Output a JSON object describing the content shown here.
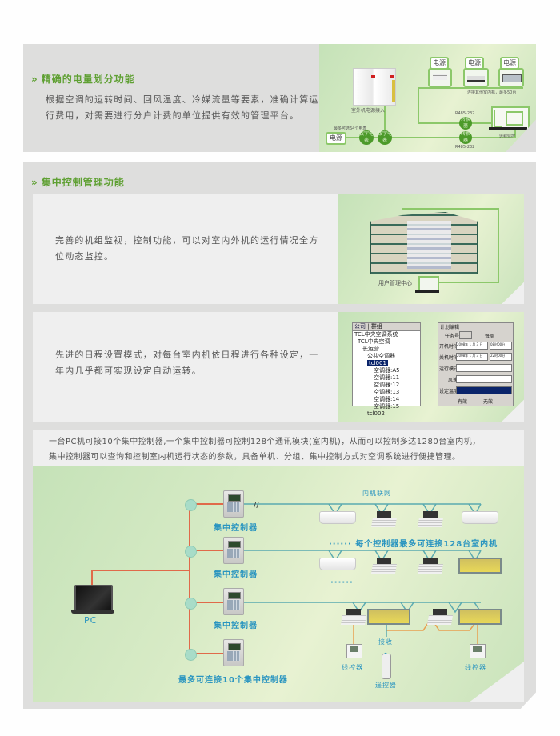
{
  "section1": {
    "title": "精确的电量划分功能",
    "arrow": "»",
    "text_line1": "根据空调的运转时间、回风温度、冷媒流量等要素，准确计算运",
    "text_line2": "行费用，对需要进行分户计费的单位提供有效的管理平台。",
    "diagram": {
      "power_label": "电源",
      "outdoor_label": "室外机电源接入",
      "max_meters_label": "最多可选64个电表",
      "meter_label": "数字电表",
      "converter_label": "转换器",
      "rs_label": "R485-232",
      "indoor_connect_label": "连接其他室内机，最多50台",
      "remote_monitor_label": "远程监控"
    }
  },
  "section2": {
    "title": "集中控制管理功能",
    "arrow": "»",
    "block1": {
      "text_line1": "完善的机组监视，控制功能，可以对室内外机的运行情况全方",
      "text_line2": "位动态监控。",
      "user_center_label": "用户管理中心"
    },
    "block2": {
      "text_line1": "先进的日程设置模式，对每台室内机依日程进行各种设定，一",
      "text_line2": "年内几乎都可实现设定自动运转。",
      "software": {
        "tabs": [
          "公司",
          "群组"
        ],
        "tree": [
          "TCL中央空调系统",
          "TCL中央空调",
          "长运营",
          "公共空调器",
          "tcl001",
          "空调器:A5",
          "空调器:11",
          "空调器:12",
          "空调器:13",
          "空调器:14",
          "空调器:15",
          "tcl002"
        ],
        "form_title": "计划编辑",
        "task_label": "任务号",
        "weekly_label": "每周",
        "start_label": "开机时间",
        "start_date": "2008年 1 月 3 日",
        "start_time": "08时00分",
        "stop_label": "关机时间",
        "stop_date": "2008年 1 月 3 日",
        "stop_time": "22时00分",
        "mode_label": "运行模式",
        "fan_label": "风速",
        "temp_label": "设定温度",
        "radio1": "有效",
        "radio2": "无效"
      }
    },
    "block3": {
      "text_line1": "一台PC机可接10个集中控制器,一个集中控制器可控制128个通讯模块(室内机)，从而可以控制多达1280台室内机，",
      "text_line2": "集中控制器可以查询和控制室内机运行状态的参数，具备单机、分组、集中控制方式对空调系统进行便捷管理。"
    },
    "network": {
      "pc_label": "PC",
      "controller_label": "集中控制器",
      "indoor_network_label": "内机联网",
      "max_indoor_label": "······ 每个控制器最多可连接128台室内机",
      "max_controllers_label": "最多可连接10个集中控制器",
      "wired_controller_label": "线控器",
      "receive_label": "接收",
      "remote_label": "遥控器",
      "break_mark": "//",
      "dots": "······"
    }
  },
  "colors": {
    "accent_green": "#5fa033",
    "panel_gray": "#dededd",
    "inner_panel": "#efefef",
    "diagram_blue": "#2a95c0",
    "bus_red": "#e06a4a",
    "line_teal": "#5aaab0",
    "line_orange": "#e8a050"
  }
}
